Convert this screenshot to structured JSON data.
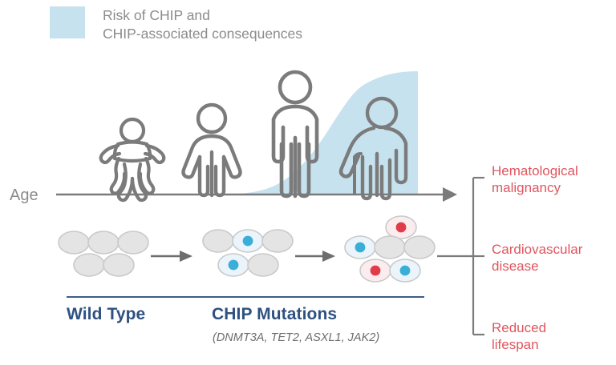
{
  "legend": {
    "swatch_color": "#c6e2ef",
    "line1": "Risk of CHIP and",
    "line2": "CHIP-associated consequences"
  },
  "axis": {
    "label": "Age",
    "color": "#7b7b7b"
  },
  "figures": [
    {
      "name": "baby-figure",
      "stage": "baby"
    },
    {
      "name": "child-figure",
      "stage": "child"
    },
    {
      "name": "adult-figure",
      "stage": "adult"
    },
    {
      "name": "elderly-figure",
      "stage": "elderly"
    }
  ],
  "risk_curve": {
    "fill_color": "#c6e2ef",
    "description": "Exponentially rising risk of CHIP with age"
  },
  "clusters": [
    {
      "label": "Wild Type",
      "genes": "",
      "cells": [
        {
          "nucleus": "none"
        },
        {
          "nucleus": "none"
        },
        {
          "nucleus": "none"
        },
        {
          "nucleus": "none"
        },
        {
          "nucleus": "none"
        }
      ]
    },
    {
      "label": "CHIP Mutations",
      "genes": "(DNMT3A, TET2, ASXL1, JAK2)",
      "cells": [
        {
          "nucleus": "none"
        },
        {
          "nucleus": "blue"
        },
        {
          "nucleus": "none"
        },
        {
          "nucleus": "blue"
        },
        {
          "nucleus": "none"
        }
      ]
    },
    {
      "label": "",
      "genes": "",
      "cells": [
        {
          "nucleus": "red"
        },
        {
          "nucleus": "blue"
        },
        {
          "nucleus": "none"
        },
        {
          "nucleus": "none"
        },
        {
          "nucleus": "red"
        },
        {
          "nucleus": "blue"
        }
      ]
    }
  ],
  "cell_colors": {
    "body": "#e4e4e4",
    "outline": "#c9c9c9",
    "nucleus_blue": "#39aed6",
    "nucleus_red": "#e23b4a",
    "halo_blue": "#eaf4fa",
    "halo_red": "#fbecee"
  },
  "outcomes": [
    {
      "name": "hematological-malignancy",
      "line1": "Hematological",
      "line2": "malignancy"
    },
    {
      "name": "cardiovascular-disease",
      "line1": "Cardiovascular",
      "line2": "disease"
    },
    {
      "name": "reduced-lifespan",
      "line1": "Reduced",
      "line2": "lifespan"
    }
  ],
  "accent_colors": {
    "blue_label": "#2e5180",
    "red_outcome": "#e0555f",
    "gray_text": "#8c8c8c",
    "figure_stroke": "#7b7b7b"
  }
}
